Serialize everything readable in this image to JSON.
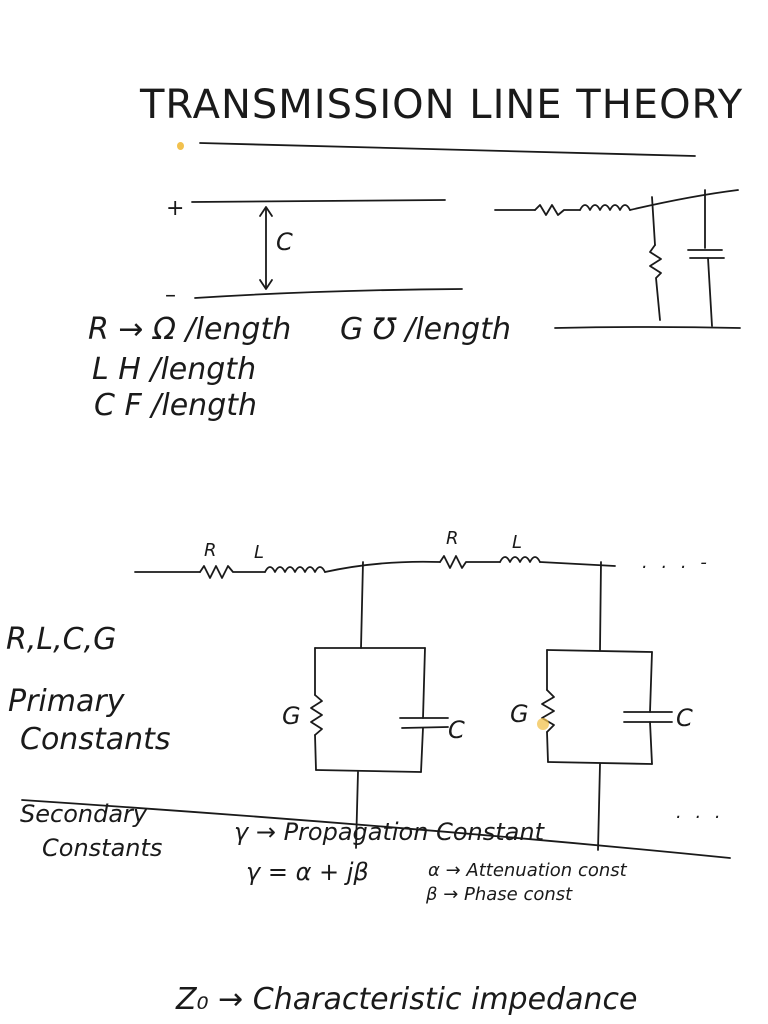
{
  "title": "TRANSMISSION LINE THEORY",
  "line_diagram": {
    "plus_sign": "+",
    "minus_sign": "–",
    "capacitance_label": "C"
  },
  "units": {
    "r_unit": "R → Ω /length",
    "g_unit": "G ℧ /length",
    "l_unit": "L  H /length",
    "c_unit": "C  F /length"
  },
  "ladder_circuit": {
    "r1": "R",
    "l1": "L",
    "r2": "R",
    "l2": "L",
    "g1": "G",
    "c1": "C",
    "g2": "G",
    "c2": "C",
    "continuation_top": ". . . -",
    "continuation_bottom": ". . ."
  },
  "primary": {
    "list": "R,L,C,G",
    "heading_line1": "Primary",
    "heading_line2": "Constants"
  },
  "secondary": {
    "heading_line1": "Secondary",
    "heading_line2": "Constants",
    "gamma_def": "γ → Propagation Constant",
    "gamma_eq": "γ = α + jβ",
    "alpha_def": "α → Attenuation const",
    "beta_def": "β → Phase const"
  },
  "footer": {
    "z0_def": "Z₀ → Characteristic impedance"
  },
  "colors": {
    "ink": "#1a1a1a",
    "highlight": "#f2c14e"
  }
}
